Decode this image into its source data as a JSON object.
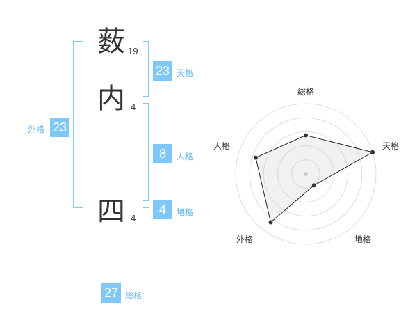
{
  "name": {
    "chars": [
      {
        "char": "薮",
        "strokes": "19"
      },
      {
        "char": "内",
        "strokes": "4"
      },
      {
        "char": "四",
        "strokes": "4"
      }
    ]
  },
  "scores": {
    "tenkaku": {
      "value": "23",
      "label": "天格"
    },
    "jinkaku": {
      "value": "8",
      "label": "人格"
    },
    "chikaku": {
      "value": "4",
      "label": "地格"
    },
    "gaikaku": {
      "value": "23",
      "label": "外格"
    },
    "soukaku": {
      "value": "27",
      "label": "総格"
    }
  },
  "colors": {
    "accent": "#7fc8f8",
    "bracket": "#7fc8f8",
    "text": "#333333"
  },
  "chart_data": {
    "type": "radar",
    "axes": [
      "総格",
      "天格",
      "地格",
      "外格",
      "人格"
    ],
    "values": [
      0.55,
      1.0,
      0.2,
      0.85,
      0.75
    ],
    "rings": 5,
    "grid": true
  }
}
